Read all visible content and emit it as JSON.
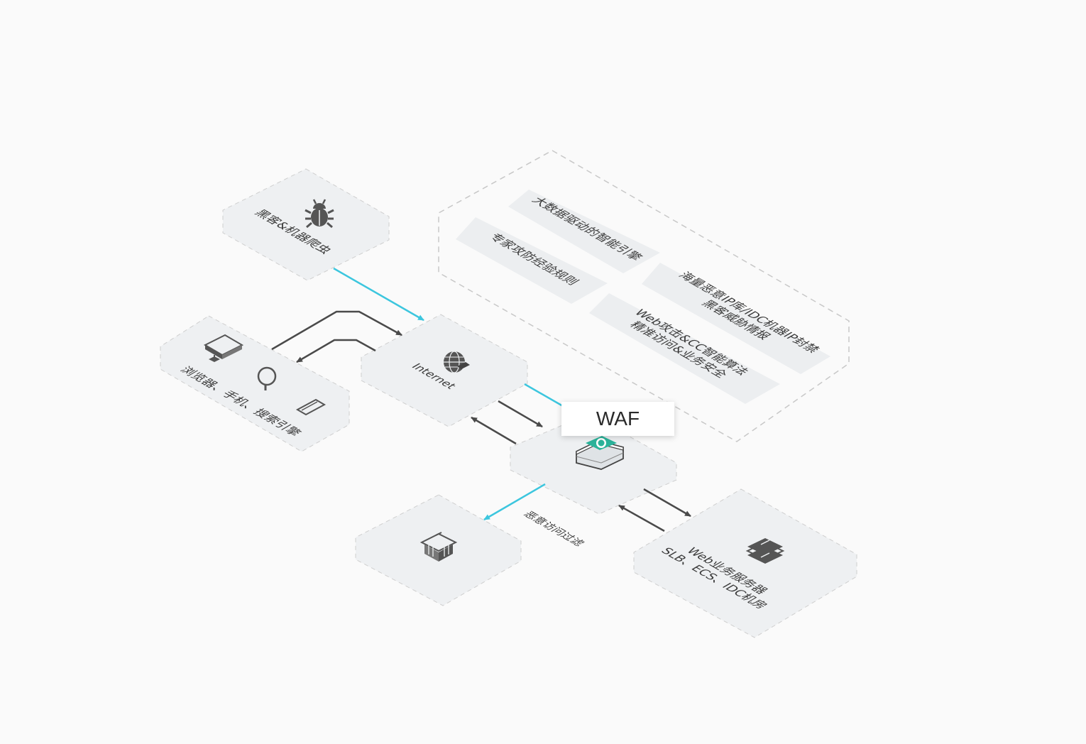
{
  "nodes": {
    "hacker": "黑客&机器爬虫",
    "clients": "浏览器、手机、搜索引擎",
    "internet": "Internet",
    "waf": "WAF",
    "trash_label": "恶意访问过滤",
    "server_line1": "Web业务服务器",
    "server_line2": "SLB、ECS、IDC机房"
  },
  "features": {
    "f1": "大数据驱动的智能引擎",
    "f2": "专家攻防经验规则",
    "f3_line1": "海量恶意IP库/IDC机器IP封禁",
    "f3_line2": "黑客威胁情报",
    "f4_line1": "Web攻击&CC智能算法",
    "f4_line2": "精准访问&业务安全"
  },
  "colors": {
    "accent": "#3cc6de",
    "arrow": "#4a4a4a",
    "tile": "#eef0f2",
    "waf_icon": "#2bb39a"
  }
}
